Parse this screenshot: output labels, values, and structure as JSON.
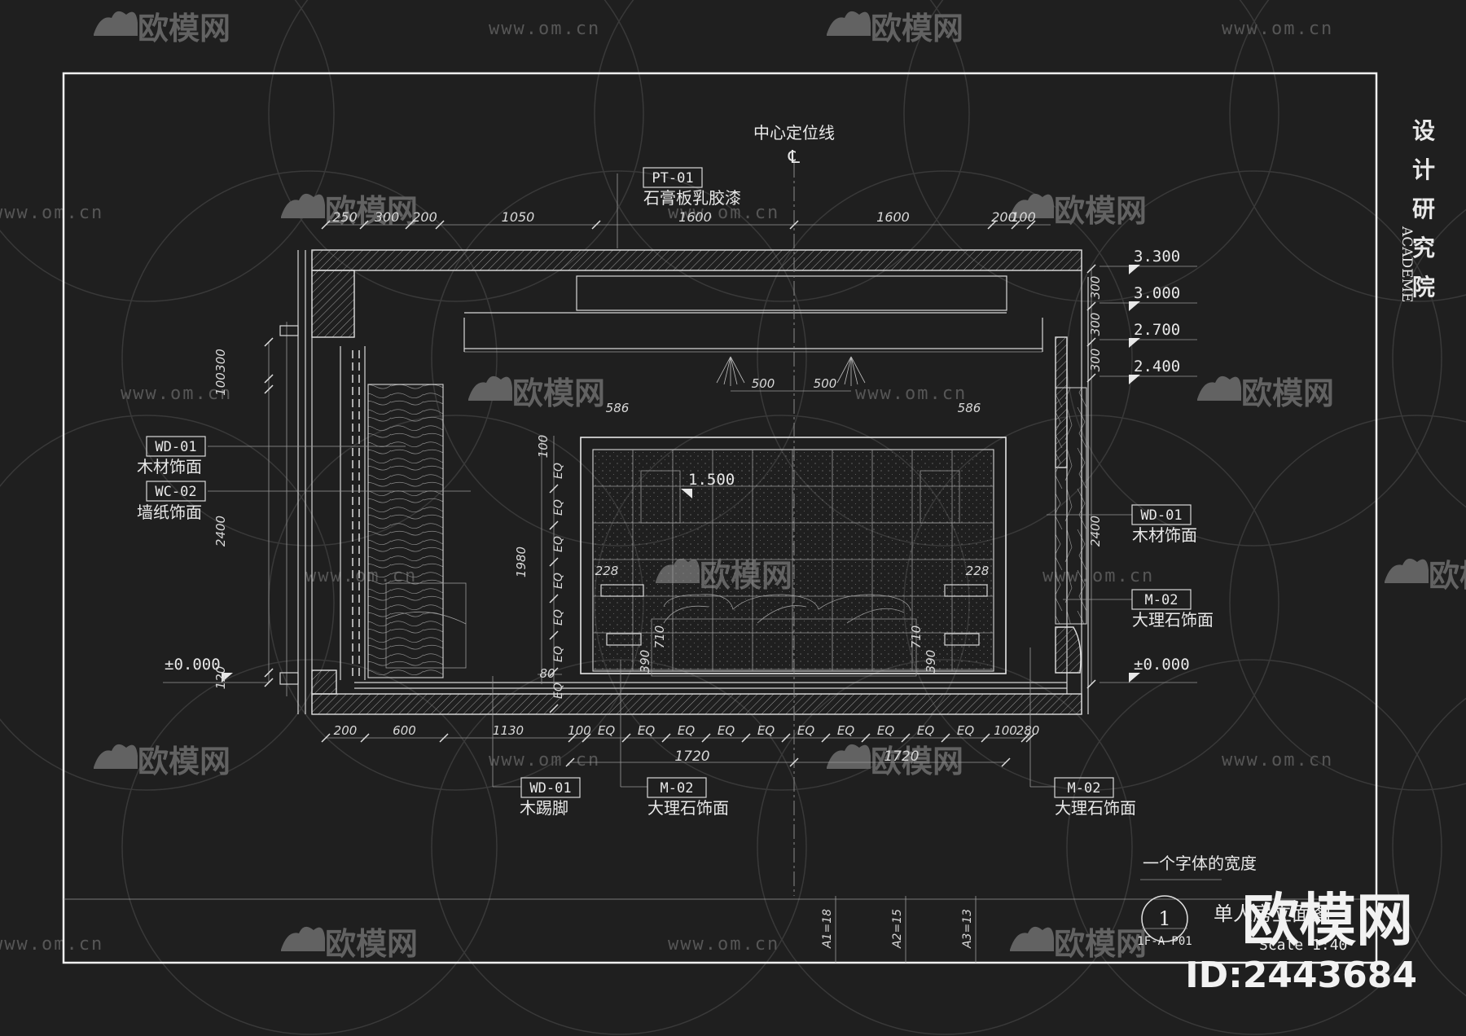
{
  "drawing": {
    "center_line_label": "中心定位线",
    "center_symbol": "℄",
    "ceiling_tag": {
      "code": "PT-01",
      "desc": "石膏板乳胶漆"
    },
    "left_tags": [
      {
        "code": "WD-01",
        "desc": "木材饰面"
      },
      {
        "code": "WC-02",
        "desc": "墙纸饰面"
      }
    ],
    "right_tags": [
      {
        "code": "WD-01",
        "desc": "木材饰面"
      },
      {
        "code": "M-02",
        "desc": "大理石饰面"
      }
    ],
    "bottom_tags": [
      {
        "code": "WD-01",
        "desc": "木踢脚"
      },
      {
        "code": "M-02",
        "desc": "大理石饰面"
      },
      {
        "code": "M-02",
        "desc": "大理石饰面"
      }
    ],
    "elevations_right": [
      "3.300",
      "3.000",
      "2.700",
      "2.400"
    ],
    "elevation_zero": "±0.000",
    "elevation_zero_right": "±0.000",
    "elevation_mid": "1.500",
    "top_dims": [
      "250",
      "300",
      "200",
      "1050",
      "1600",
      "1600",
      "200",
      "100"
    ],
    "bottom_dims": [
      "200",
      "600",
      "1130",
      "100",
      "EQ",
      "EQ",
      "EQ",
      "EQ",
      "EQ",
      "EQ",
      "EQ",
      "EQ",
      "EQ",
      "EQ",
      "100",
      "280"
    ],
    "bottom_total_dims": [
      "1720",
      "1720"
    ],
    "left_dims": [
      "300",
      "100",
      "2400",
      "120"
    ],
    "right_dims": [
      "300",
      "300",
      "300",
      "2400"
    ],
    "inner_dims": [
      "500",
      "500",
      "586",
      "586",
      "1980",
      "228",
      "228",
      "710",
      "710",
      "390",
      "390",
      "100",
      "80"
    ],
    "eq_vertical": [
      "EQ",
      "EQ",
      "EQ",
      "EQ",
      "EQ",
      "EQ",
      "EQ"
    ],
    "font_width_note": "一个字体的宽度",
    "title_block_cols": [
      "A1=18",
      "A2=15",
      "A3=13"
    ],
    "drawing_number": "1",
    "drawing_ref": "1F-A-P01",
    "drawing_title": "单人房立面图",
    "scale": "Scale 1:40"
  },
  "side_title": {
    "chars": [
      "设",
      "计",
      "研",
      "究",
      "院"
    ],
    "sub": "ACADEME"
  },
  "watermark": {
    "brand": "欧模网",
    "url": "www.om.cn",
    "id": "ID:2443684"
  },
  "colors": {
    "background": "#1f1f1f",
    "lines": "#e0e0e0"
  }
}
